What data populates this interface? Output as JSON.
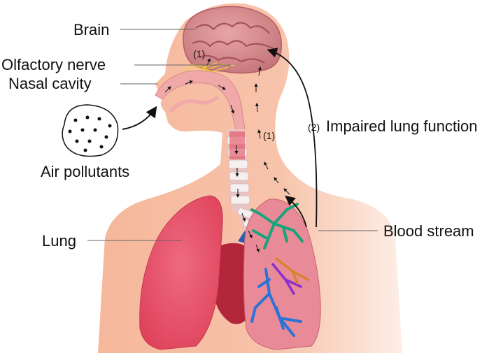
{
  "labels": {
    "brain": "Brain",
    "olfactory_nerve": "Olfactory nerve",
    "nasal_cavity": "Nasal cavity",
    "air_pollutants": "Air pollutants",
    "lung": "Lung",
    "blood_stream": "Blood stream",
    "impaired_lung_function": "Impaired lung function"
  },
  "annotations": {
    "pathway_1_brain": "(1)",
    "pathway_1_neck": "(1)",
    "pathway_2": "(2)"
  },
  "colors": {
    "skin": "#f7c0a6",
    "skin_fade": "#fde9de",
    "brain": "#d98b8b",
    "brain_dark": "#b35d63",
    "airway": "#f0a8a8",
    "trachea_ring": "#f4f0f0",
    "lung_left": "#e9546b",
    "lung_right": "#e98a98",
    "heart": "#b3263a",
    "bronchi_teal": "#1aa37a",
    "bronchi_blue": "#2b73d6",
    "bronchi_purple": "#8a2fd0",
    "bronchi_orange": "#d9822b",
    "nerve_yellow": "#f2d13a"
  }
}
